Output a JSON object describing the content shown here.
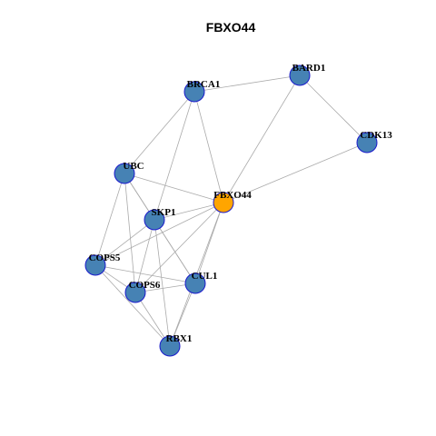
{
  "title": "FBXO44",
  "colors": {
    "node_default": "#4682b4",
    "node_focus": "#ffa500",
    "node_stroke": "#1a1acc",
    "edge": "#aaaaaa"
  },
  "nodes": [
    {
      "id": "BARD1",
      "label": "BARD1",
      "focus": false
    },
    {
      "id": "BRCA1",
      "label": "BRCA1",
      "focus": false
    },
    {
      "id": "CDK13",
      "label": "CDK13",
      "focus": false
    },
    {
      "id": "UBC",
      "label": "UBC",
      "focus": false
    },
    {
      "id": "FBXO44",
      "label": "FBXO44",
      "focus": true
    },
    {
      "id": "SKP1",
      "label": "SKP1",
      "focus": false
    },
    {
      "id": "COPS5",
      "label": "COPS5",
      "focus": false
    },
    {
      "id": "CUL1",
      "label": "CUL1",
      "focus": false
    },
    {
      "id": "COPS6",
      "label": "COPS6",
      "focus": false
    },
    {
      "id": "RBX1",
      "label": "RBX1",
      "focus": false
    }
  ],
  "edges": [
    [
      "BRCA1",
      "BARD1"
    ],
    [
      "BARD1",
      "CDK13"
    ],
    [
      "BARD1",
      "FBXO44"
    ],
    [
      "CDK13",
      "FBXO44"
    ],
    [
      "BRCA1",
      "UBC"
    ],
    [
      "BRCA1",
      "SKP1"
    ],
    [
      "BRCA1",
      "FBXO44"
    ],
    [
      "UBC",
      "FBXO44"
    ],
    [
      "UBC",
      "SKP1"
    ],
    [
      "UBC",
      "COPS5"
    ],
    [
      "UBC",
      "COPS6"
    ],
    [
      "UBC",
      "CUL1"
    ],
    [
      "SKP1",
      "FBXO44"
    ],
    [
      "SKP1",
      "COPS5"
    ],
    [
      "SKP1",
      "COPS6"
    ],
    [
      "SKP1",
      "CUL1"
    ],
    [
      "SKP1",
      "RBX1"
    ],
    [
      "FBXO44",
      "COPS5"
    ],
    [
      "FBXO44",
      "COPS6"
    ],
    [
      "FBXO44",
      "CUL1"
    ],
    [
      "FBXO44",
      "RBX1"
    ],
    [
      "COPS5",
      "COPS6"
    ],
    [
      "COPS5",
      "CUL1"
    ],
    [
      "COPS5",
      "RBX1"
    ],
    [
      "COPS6",
      "CUL1"
    ],
    [
      "COPS6",
      "RBX1"
    ],
    [
      "CUL1",
      "RBX1"
    ]
  ]
}
